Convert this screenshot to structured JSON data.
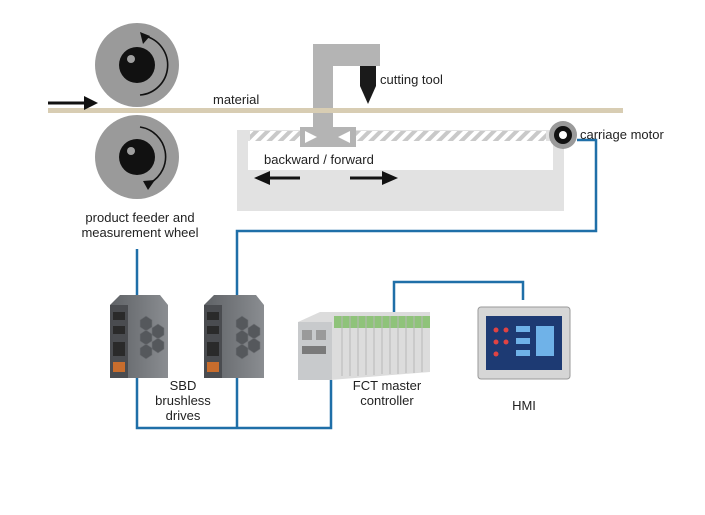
{
  "labels": {
    "cutting_tool": "cutting tool",
    "material": "material",
    "carriage_motor": "carriage motor",
    "backward_forward": "backward / forward",
    "feeder_line1": "product feeder and",
    "feeder_line2": "measurement wheel",
    "sbd_line1": "SBD",
    "sbd_line2": "brushless",
    "sbd_line3": "drives",
    "fct_line1": "FCT master",
    "fct_line2": "controller",
    "hmi": "HMI"
  },
  "colors": {
    "material": "#d8cdb3",
    "carriage_bg": "#e2e2e2",
    "tool": "#b4b4b4",
    "wheel": "#9a9a9a",
    "wire": "#1f6fa8",
    "module_green": "#8fc37a",
    "hmi_screen": "#1d3a73"
  },
  "icons": [
    "feed-arrow-icon",
    "rotation-arrow-icon",
    "backward-arrow-icon",
    "forward-arrow-icon",
    "cutting-tool-icon",
    "carriage-motor-icon"
  ]
}
